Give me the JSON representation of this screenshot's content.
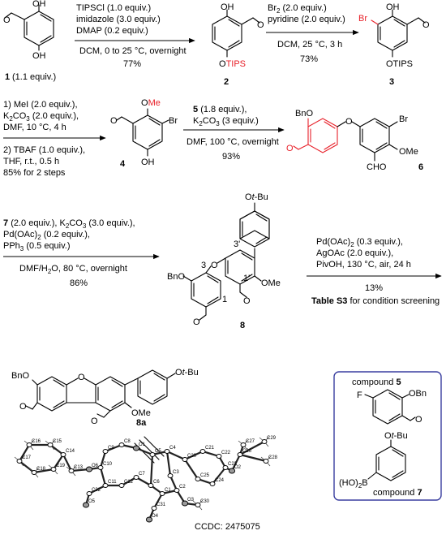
{
  "step1": {
    "cond_above": [
      "TIPSCl (1.0 equiv.)",
      "imidazole (3.0 equiv.)",
      "DMAP (0.2 equiv.)"
    ],
    "cond_below": "DCM, 0 to 25 °C, overnight",
    "yield": "77%"
  },
  "step2": {
    "cond_above": [
      "Br",
      "(2.0 equiv.)",
      "pyridine (2.0 equiv.)"
    ],
    "cond_below": "DCM, 25 °C, 3 h",
    "yield": "73%"
  },
  "step3": {
    "lines": [
      "1) MeI (2.0 equiv.),",
      "K",
      "CO",
      "(2.0 equiv.),",
      "DMF, 10 °C, 4 h",
      "2) TBAF (1.0 equiv.),",
      "THF, r.t., 0.5 h",
      "85% for 2 steps"
    ]
  },
  "step4": {
    "cond_above": [
      "5",
      "(1.8 equiv.),",
      "K",
      "CO",
      "(3 equiv.)"
    ],
    "cond_below": "DMF, 100 °C, overnight",
    "yield": "93%"
  },
  "step5": {
    "cond_above": [
      "7",
      "(2.0 equiv.), K",
      "CO",
      "(3.0 equiv.),",
      "Pd(OAc)",
      "(0.2 equiv.),",
      "PPh",
      "(0.5 equiv.)"
    ],
    "cond_below": "DMF/H",
    "cond_below2": "O, 80 °C, overnight",
    "yield": "86%"
  },
  "step6": {
    "cond_above": [
      "Pd(OAc)",
      "(0.3 equiv.),",
      "AgOAc (2.0 equiv.),",
      "PivOH, 130 °C, air, 24 h"
    ],
    "yield": "13%",
    "note_bold": "Table S3",
    "note_rest": "for condition screening"
  },
  "compounds": {
    "c1": {
      "number": "1",
      "equiv": "(1.1 equiv.)"
    },
    "c2": {
      "number": "2",
      "label": "OTIPS"
    },
    "c3": {
      "number": "3",
      "br": "Br",
      "label": "OTIPS"
    },
    "c4": {
      "number": "4",
      "ome": "OMe",
      "br": "Br",
      "oh": "OH"
    },
    "c6": {
      "number": "6",
      "bno": "BnO",
      "br": "Br",
      "ome": "OMe",
      "cho": "CHO"
    },
    "c8": {
      "number": "8",
      "bno": "BnO",
      "otbu_o": "O",
      "otbu_tbu": "t",
      "otbu_rest": "-Bu",
      "ome": "OMe",
      "pos": [
        "3",
        "1",
        "3'",
        "1'"
      ]
    },
    "c8a": {
      "number": "8a",
      "bno": "BnO",
      "ome": "OMe",
      "otbu_o": "O",
      "otbu_tbu": "t",
      "otbu_rest": "-Bu"
    }
  },
  "common": {
    "oh": "OH",
    "o": "O"
  },
  "inset": {
    "title": "compound",
    "title_num": "5",
    "f": "F",
    "obn": "OBn",
    "otbu_o": "O",
    "otbu_tbu": "t",
    "otbu_rest": "-Bu",
    "boronic": "(HO)",
    "boronic_b": "B",
    "caption": "compound",
    "caption_num": "7",
    "border_color": "#3a3fa0"
  },
  "crystal": {
    "ccdc": "CCDC: 2475075",
    "atom_labels": [
      "C16",
      "C15",
      "C17",
      "C18",
      "C19",
      "C14",
      "C13",
      "O6",
      "C9",
      "C8",
      "C10",
      "C11",
      "C12",
      "C7",
      "C6",
      "C5",
      "O1",
      "C4",
      "C20",
      "C21",
      "C22",
      "C23",
      "C3",
      "C2",
      "C1",
      "C25",
      "C24",
      "C26",
      "O2",
      "C27",
      "C29",
      "C28",
      "C32",
      "O5",
      "C31",
      "O4",
      "O3",
      "C30"
    ]
  },
  "colors": {
    "highlight": "#e8212a",
    "box": "#3a3fa0"
  }
}
